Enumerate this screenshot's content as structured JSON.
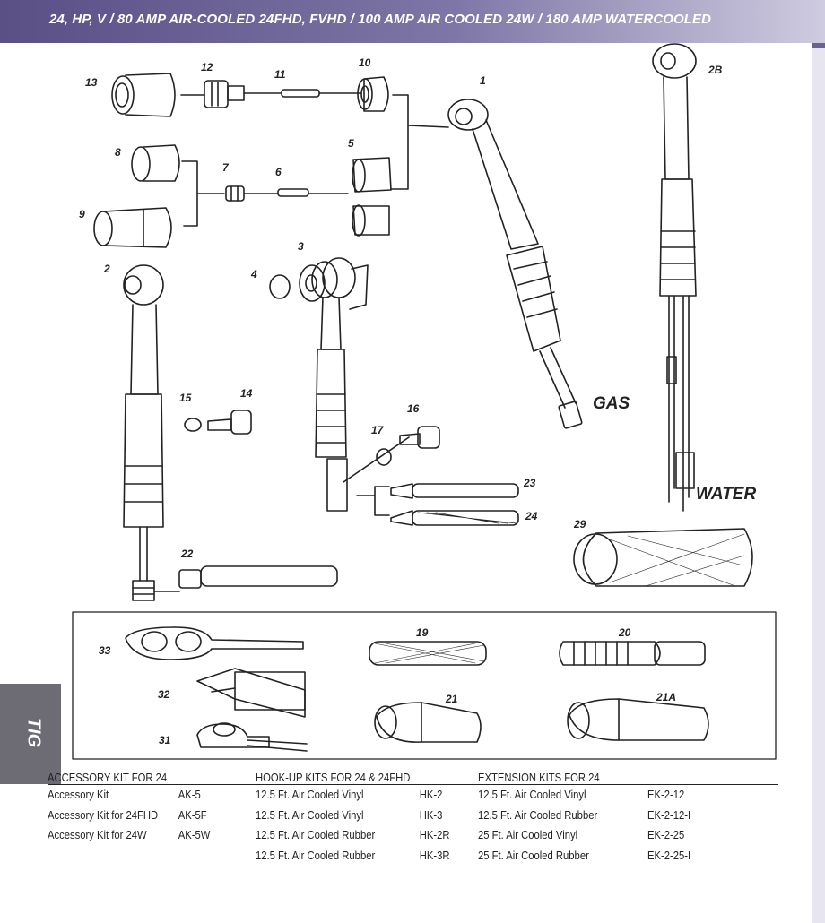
{
  "header": {
    "title": "24, HP, V / 80 AMP AIR-COOLED 24FHD, FVHD / 100 AMP AIR COOLED 24W / 180 AMP WATERCOOLED"
  },
  "side_tab": {
    "label": "TIG"
  },
  "diagram": {
    "part_numbers": [
      "13",
      "12",
      "11",
      "10",
      "1",
      "2B",
      "8",
      "7",
      "6",
      "5",
      "9",
      "3",
      "2",
      "4",
      "15",
      "14",
      "16",
      "17",
      "23",
      "24",
      "22",
      "29",
      "19",
      "20",
      "33",
      "32",
      "21",
      "21A",
      "31"
    ],
    "labels": {
      "gas": "GAS",
      "water": "WATER"
    }
  },
  "kits": [
    {
      "heading": "ACCESSORY KIT FOR 24",
      "rows": [
        {
          "name": "Accessory Kit",
          "code": "AK-5"
        },
        {
          "name": "Accessory Kit for 24FHD",
          "code": "AK-5F"
        },
        {
          "name": "Accessory Kit for 24W",
          "code": "AK-5W"
        }
      ]
    },
    {
      "heading": "HOOK-UP KITS FOR 24 & 24FHD",
      "rows": [
        {
          "name": "12.5 Ft. Air Cooled Vinyl",
          "code": "HK-2"
        },
        {
          "name": "12.5 Ft. Air Cooled Vinyl",
          "code": "HK-3"
        },
        {
          "name": "12.5 Ft. Air Cooled Rubber",
          "code": "HK-2R"
        },
        {
          "name": "12.5 Ft. Air Cooled Rubber",
          "code": "HK-3R"
        }
      ]
    },
    {
      "heading": "EXTENSION KITS FOR 24",
      "rows": [
        {
          "name": "12.5 Ft. Air Cooled Vinyl",
          "code": "EK-2-12"
        },
        {
          "name": "12.5 Ft. Air Cooled Rubber",
          "code": "EK-2-12-I"
        },
        {
          "name": "25 Ft. Air Cooled Vinyl",
          "code": "EK-2-25"
        },
        {
          "name": "25 Ft. Air Cooled Rubber",
          "code": "EK-2-25-I"
        }
      ]
    }
  ]
}
